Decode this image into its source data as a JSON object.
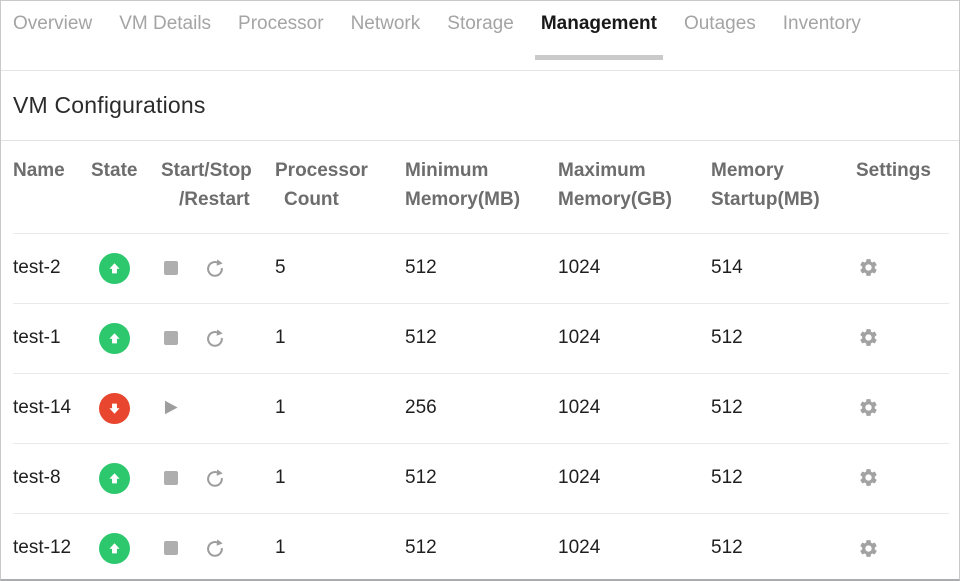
{
  "tabs": [
    {
      "label": "Overview",
      "active": false
    },
    {
      "label": "VM Details",
      "active": false
    },
    {
      "label": "Processor",
      "active": false
    },
    {
      "label": "Network",
      "active": false
    },
    {
      "label": "Storage",
      "active": false
    },
    {
      "label": "Management",
      "active": true
    },
    {
      "label": "Outages",
      "active": false
    },
    {
      "label": "Inventory",
      "active": false
    }
  ],
  "page": {
    "title": "VM Configurations"
  },
  "table": {
    "columns": [
      {
        "line1": "Name",
        "line2": ""
      },
      {
        "line1": "State",
        "line2": ""
      },
      {
        "line1": "Start/Stop",
        "line2": "/Restart"
      },
      {
        "line1": "Processor",
        "line2": "Count"
      },
      {
        "line1": "Minimum",
        "line2": "Memory(MB)"
      },
      {
        "line1": "Maximum",
        "line2": "Memory(GB)"
      },
      {
        "line1": "Memory",
        "line2": "Startup(MB)"
      },
      {
        "line1": "Settings",
        "line2": ""
      }
    ],
    "rows": [
      {
        "name": "test-2",
        "state": "up",
        "controls": [
          "stop",
          "restart"
        ],
        "processor_count": "5",
        "min_memory_mb": "512",
        "max_memory_gb": "1024",
        "memory_startup_mb": "514"
      },
      {
        "name": "test-1",
        "state": "up",
        "controls": [
          "stop",
          "restart"
        ],
        "processor_count": "1",
        "min_memory_mb": "512",
        "max_memory_gb": "1024",
        "memory_startup_mb": "512"
      },
      {
        "name": "test-14",
        "state": "down",
        "controls": [
          "start"
        ],
        "processor_count": "1",
        "min_memory_mb": "256",
        "max_memory_gb": "1024",
        "memory_startup_mb": "512"
      },
      {
        "name": "test-8",
        "state": "up",
        "controls": [
          "stop",
          "restart"
        ],
        "processor_count": "1",
        "min_memory_mb": "512",
        "max_memory_gb": "1024",
        "memory_startup_mb": "512"
      },
      {
        "name": "test-12",
        "state": "up",
        "controls": [
          "stop",
          "restart"
        ],
        "processor_count": "1",
        "min_memory_mb": "512",
        "max_memory_gb": "1024",
        "memory_startup_mb": "512"
      }
    ]
  },
  "icons": {
    "state_up": "up-arrow-circle",
    "state_down": "down-arrow-circle",
    "stop": "stop-square",
    "restart": "circular-arrow",
    "start": "play-triangle",
    "settings": "gear"
  },
  "colors": {
    "state_up": "#2dc86d",
    "state_down": "#e8462f",
    "icon_gray": "#9d9d9d",
    "active_tab_underline": "#cacaca"
  }
}
